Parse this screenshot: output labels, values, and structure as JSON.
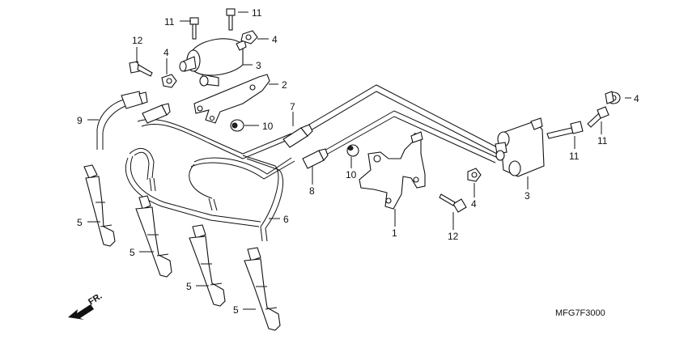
{
  "diagram_code": "MFG7F3000",
  "direction_label": "FR.",
  "callouts": {
    "c11a": "11",
    "c11b": "11",
    "c4a": "4",
    "c12a": "12",
    "c4b": "4",
    "c3a": "3",
    "c2": "2",
    "c9": "9",
    "c7": "7",
    "c10a": "10",
    "c4c": "4",
    "c11c": "11",
    "c11d": "11",
    "c8": "8",
    "c10b": "10",
    "c4d": "4",
    "c3b": "3",
    "c6": "6",
    "c1": "1",
    "c12b": "12",
    "c5a": "5",
    "c5b": "5",
    "c5c": "5",
    "c5d": "5"
  }
}
